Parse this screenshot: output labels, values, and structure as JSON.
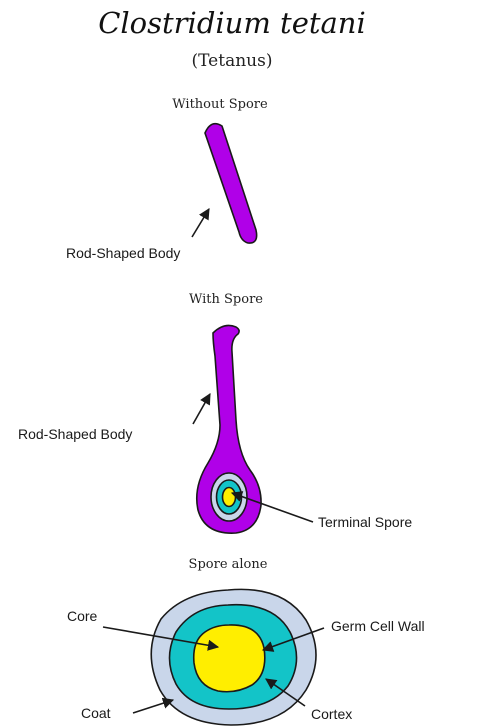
{
  "title": "Clostridium tetani",
  "subtitle": "(Tetanus)",
  "sections": {
    "without_spore": "Without Spore",
    "with_spore": "With Spore",
    "spore_alone": "Spore alone"
  },
  "labels": {
    "rod_body_1": "Rod-Shaped Body",
    "rod_body_2": "Rod-Shaped Body",
    "terminal_spore": "Terminal Spore",
    "core": "Core",
    "germ_cell_wall": "Germ Cell Wall",
    "coat": "Coat",
    "cortex": "Cortex"
  },
  "colors": {
    "body": "#b000e8",
    "core": "#ffee00",
    "cortex": "#13c4c8",
    "coat": "#c9d6ea"
  }
}
